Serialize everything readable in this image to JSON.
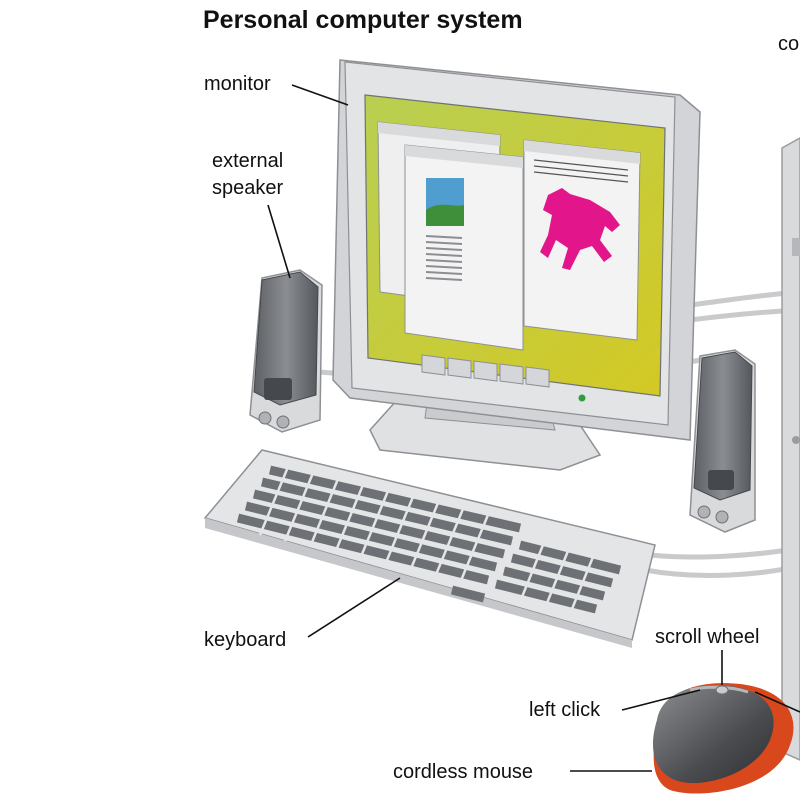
{
  "title": "Personal computer system",
  "labels": {
    "monitor": "monitor",
    "speaker_line1": "external",
    "speaker_line2": "speaker",
    "keyboard": "keyboard",
    "scroll_wheel": "scroll wheel",
    "left_click": "left click",
    "cordless_mouse": "cordless mouse",
    "cut_off_right": "co"
  },
  "colors": {
    "screen_gradient_start": "#b9cf52",
    "screen_gradient_end": "#d3c924",
    "horse": "#e2168a",
    "mouse_accent": "#d8481c",
    "device_grey": "#d8dadc",
    "speaker_dark": "#6d7074"
  }
}
